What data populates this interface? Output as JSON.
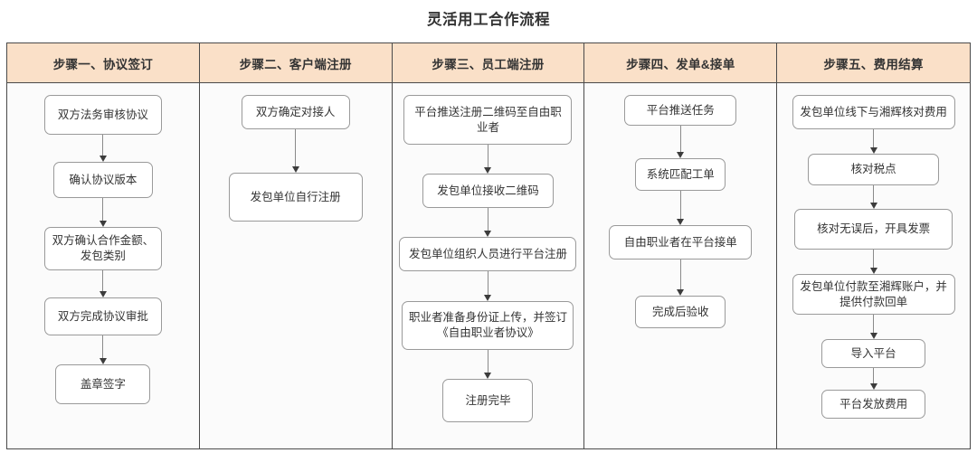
{
  "title": "灵活用工合作流程",
  "columns": [
    {
      "header": "步骤一、协议签订",
      "nodes": [
        {
          "label": "双方法务审核协议",
          "w": 130,
          "h": 44,
          "gap": 30
        },
        {
          "label": "确认协议版本",
          "w": 110,
          "h": 40,
          "gap": 32
        },
        {
          "label": "双方确认合作金额、发包类别",
          "w": 130,
          "h": 48,
          "gap": 30
        },
        {
          "label": "双方完成协议审批",
          "w": 130,
          "h": 42,
          "gap": 32
        },
        {
          "label": "盖章签字",
          "w": 105,
          "h": 44,
          "gap": 0
        }
      ]
    },
    {
      "header": "步骤二、客户端注册",
      "nodes": [
        {
          "label": "双方确定对接人",
          "w": 120,
          "h": 38,
          "gap": 48
        },
        {
          "label": "发包单位自行注册",
          "w": 148,
          "h": 54,
          "gap": 0
        }
      ]
    },
    {
      "header": "步骤三、员工端注册",
      "nodes": [
        {
          "label": "平台推送注册二维码至自由职业者",
          "w": 186,
          "h": 55,
          "gap": 32
        },
        {
          "label": "发包单位接收二维码",
          "w": 145,
          "h": 38,
          "gap": 32
        },
        {
          "label": "发包单位组织人员进行平台注册",
          "w": 196,
          "h": 38,
          "gap": 33
        },
        {
          "label": "职业者准备身份证上传，并签订《自由职业者协议》",
          "w": 190,
          "h": 54,
          "gap": 32
        },
        {
          "label": "注册完毕",
          "w": 100,
          "h": 48,
          "gap": 0
        }
      ]
    },
    {
      "header": "步骤四、发单&接单",
      "nodes": [
        {
          "label": "平台推送任务",
          "w": 124,
          "h": 34,
          "gap": 36
        },
        {
          "label": "系统匹配工单",
          "w": 100,
          "h": 36,
          "gap": 38
        },
        {
          "label": "自由职业者在平台接单",
          "w": 158,
          "h": 38,
          "gap": 40
        },
        {
          "label": "完成后验收",
          "w": 100,
          "h": 36,
          "gap": 0
        }
      ]
    },
    {
      "header": "步骤五、费用结算",
      "nodes": [
        {
          "label": "发包单位线下与湘辉核对费用",
          "w": 180,
          "h": 38,
          "gap": 27
        },
        {
          "label": "核对税点",
          "w": 145,
          "h": 35,
          "gap": 26
        },
        {
          "label": "核对无误后，开具发票",
          "w": 175,
          "h": 45,
          "gap": 27
        },
        {
          "label": "发包单位付款至湘辉账户，并提供付款回单",
          "w": 180,
          "h": 45,
          "gap": 27
        },
        {
          "label": "导入平台",
          "w": 115,
          "h": 32,
          "gap": 24
        },
        {
          "label": "平台发放费用",
          "w": 115,
          "h": 32,
          "gap": 0
        }
      ]
    }
  ],
  "colors": {
    "header_bg": "#FAE0C8",
    "frame_border": "#4A4A4A",
    "node_border": "#9A9A9A",
    "node_bg": "#FFFFFF",
    "body_bg": "#FBFBFB",
    "arrow": "#3C3C3C",
    "text": "#333333"
  }
}
